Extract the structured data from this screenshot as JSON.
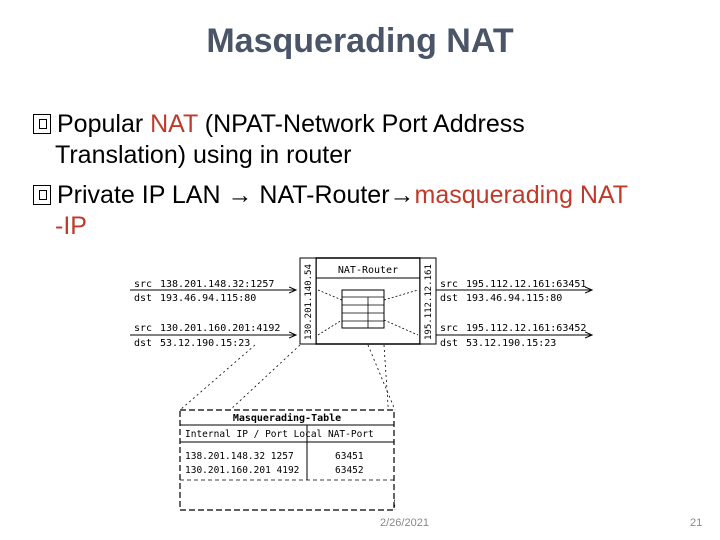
{
  "title": "Masquerading NAT",
  "bullets": [
    {
      "line1_plain": "Popular ",
      "line1_red": "NAT",
      "line1_rest": " (NPAT-Network Port Address",
      "line2": "Translation) using in router"
    },
    {
      "seg1": "Private IP LAN ",
      "seg2": " NAT-Router",
      "seg3_red": "masquerading NAT",
      "line2_red": "-IP"
    }
  ],
  "diagram": {
    "router_label": "NAT-Router",
    "left_ip": "130.201.140.54",
    "right_ip": "195.112.12.161",
    "left_packets": [
      {
        "src_label": "src",
        "src": "138.201.148.32:1257",
        "dst_label": "dst",
        "dst": "193.46.94.115:80"
      },
      {
        "src_label": "src",
        "src": "130.201.160.201:4192",
        "dst_label": "dst",
        "dst": "53.12.190.15:23"
      }
    ],
    "right_packets": [
      {
        "src_label": "src",
        "src": "195.112.12.161:63451",
        "dst_label": "dst",
        "dst": "193.46.94.115:80"
      },
      {
        "src_label": "src",
        "src": "195.112.12.161:63452",
        "dst_label": "dst",
        "dst": "53.12.190.15:23"
      }
    ],
    "table": {
      "title": "Masquerading-Table",
      "header": "Internal IP / Port Local NAT-Port",
      "rows": [
        {
          "internal": "138.201.148.32 1257",
          "nat_port": "63451"
        },
        {
          "internal": "130.201.160.201 4192",
          "nat_port": "63452"
        }
      ]
    }
  },
  "footer": {
    "date": "2/26/2021",
    "page": "21"
  }
}
